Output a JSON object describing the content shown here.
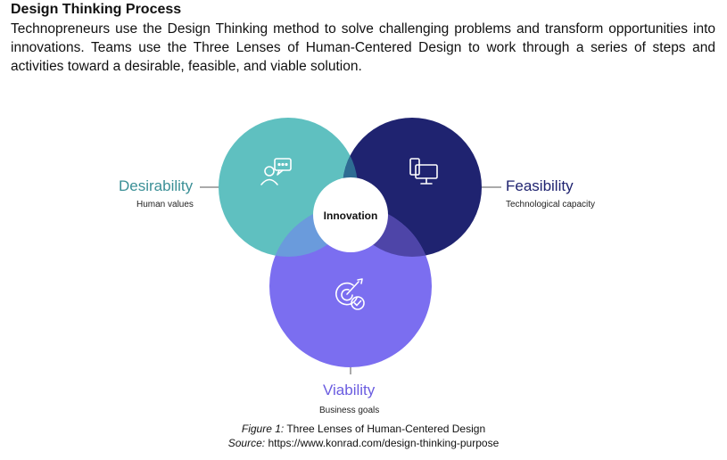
{
  "document": {
    "heading": "Design Thinking Process",
    "intro": "Technopreneurs use the Design Thinking method to solve challenging problems and transform opportunities into innovations. Teams use the Three Lenses of Human-Centered Design to work through a series of steps and activities toward a desirable, feasible, and viable solution."
  },
  "diagram": {
    "center_label": "Innovation",
    "lenses": [
      {
        "title": "Desirability",
        "subtitle": "Human values",
        "color": "#5fc0c0",
        "icon": "people-chat-icon"
      },
      {
        "title": "Feasibility",
        "subtitle": "Technological capacity",
        "color": "#1f2370",
        "icon": "computer-monitor-icon"
      },
      {
        "title": "Viability",
        "subtitle": "Business goals",
        "color": "#7b6ef0",
        "icon": "target-check-icon"
      }
    ],
    "title_colors": {
      "desirability": "#3a8f96",
      "feasibility": "#1f2370",
      "viability": "#6a5ce0"
    }
  },
  "caption": {
    "figure_label": "Figure 1:",
    "figure_text": " Three Lenses of Human-Centered Design",
    "source_label": "Source:",
    "source_text": " https://www.konrad.com/design-thinking-purpose"
  }
}
